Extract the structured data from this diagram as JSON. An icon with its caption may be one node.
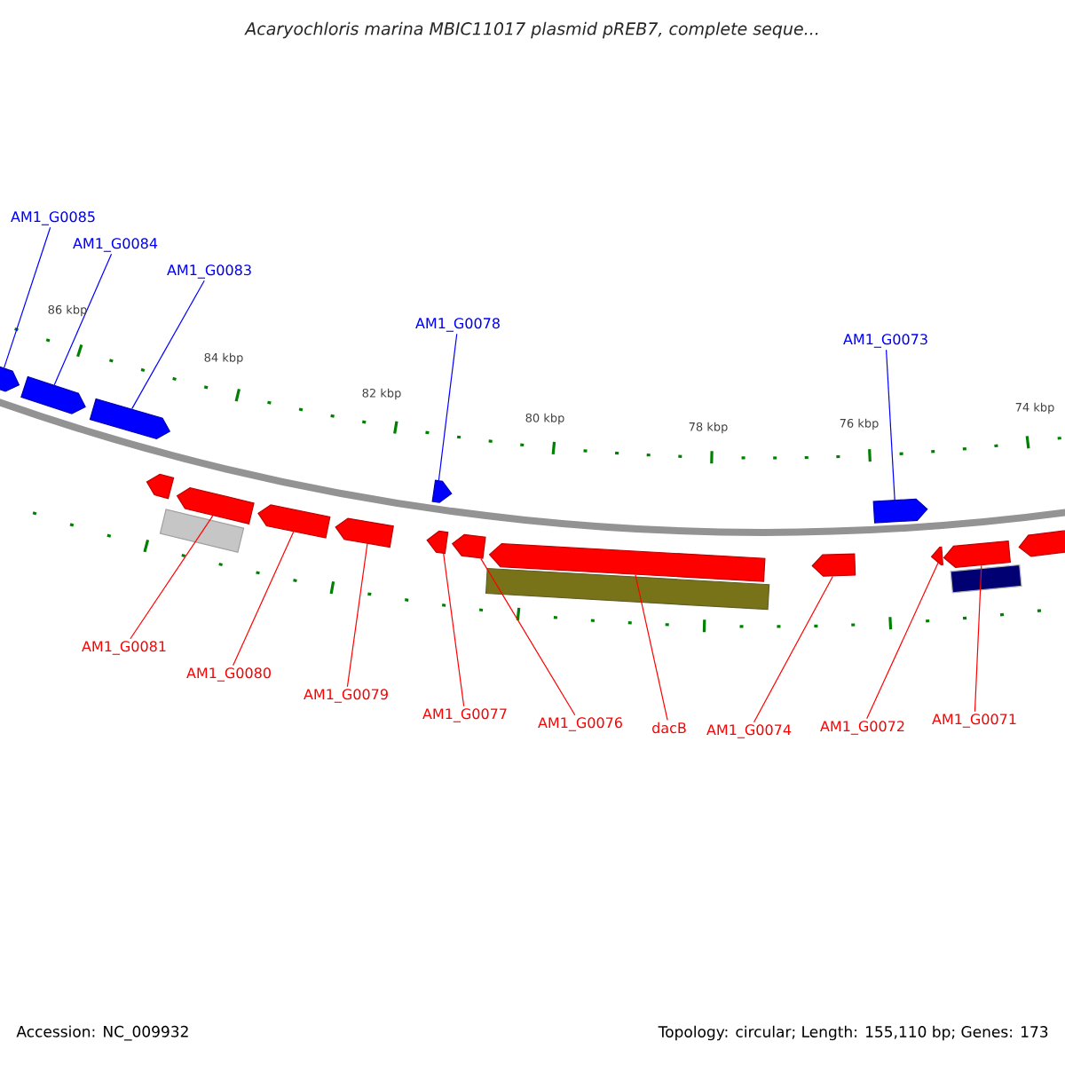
{
  "diagram": {
    "title": "Acaryochloris marina MBIC11017 plasmid pREB7, complete seque...",
    "nodes": [
      {
        "text": [
          "AM1_G0085"
        ]
      },
      {
        "text": [
          "AM1_G0084"
        ]
      },
      {
        "text": [
          "AM1_G0083"
        ]
      },
      {
        "text": [
          "AM1_G0078"
        ]
      },
      {
        "text": [
          "AM1_G0073"
        ]
      },
      {
        "text": [
          "AM1_G0081"
        ]
      },
      {
        "text": [
          "AM1_G0080"
        ]
      },
      {
        "text": [
          "AM1_G0079"
        ]
      },
      {
        "text": [
          "AM1_G0077"
        ]
      },
      {
        "text": [
          "AM1_G0076"
        ]
      },
      {
        "text": [
          "dacB"
        ]
      },
      {
        "text": [
          "AM1_G0074"
        ]
      },
      {
        "text": [
          "AM1_G0072"
        ]
      },
      {
        "text": [
          "AM1_G0071"
        ]
      },
      {
        "text": [],
        "shape": "arrow"
      },
      {
        "text": [],
        "shape": "arrow"
      },
      {
        "text": [],
        "shape": "arrow"
      },
      {
        "text": [],
        "shape": "arrow"
      },
      {
        "text": [],
        "shape": "arrow"
      },
      {
        "text": [],
        "shape": "arrow"
      },
      {
        "text": [],
        "shape": "bar"
      },
      {
        "text": [],
        "shape": "arrow"
      },
      {
        "text": [],
        "shape": "arrow"
      },
      {
        "text": [],
        "shape": "arrow"
      },
      {
        "text": [],
        "shape": "arrow"
      },
      {
        "text": [],
        "shape": "arrow"
      },
      {
        "text": [],
        "shape": "arrow"
      },
      {
        "text": [],
        "shape": "bar"
      },
      {
        "text": [],
        "shape": "arrow"
      },
      {
        "text": [],
        "shape": "arrow"
      },
      {
        "text": [],
        "shape": "arrow"
      },
      {
        "text": [],
        "shape": "bar"
      },
      {
        "text": [],
        "shape": "arrow"
      }
    ],
    "edges": [
      {
        "from": 0,
        "to": 14,
        "arrow": "none",
        "color": "#0000ff"
      },
      {
        "from": 1,
        "to": 15,
        "arrow": "none",
        "color": "#0000ff"
      },
      {
        "from": 2,
        "to": 16,
        "arrow": "none",
        "color": "#0000ff"
      },
      {
        "from": 3,
        "to": 17,
        "arrow": "none",
        "color": "#0000ff"
      },
      {
        "from": 4,
        "to": 18,
        "arrow": "none",
        "color": "#0000ff"
      },
      {
        "from": 5,
        "to": 21,
        "arrow": "none"
      },
      {
        "from": 6,
        "to": 22,
        "arrow": "none"
      },
      {
        "from": 7,
        "to": 23,
        "arrow": "none"
      },
      {
        "from": 8,
        "to": 24,
        "arrow": "none"
      },
      {
        "from": 9,
        "to": 25,
        "arrow": "none"
      },
      {
        "from": 10,
        "to": 26,
        "arrow": "none"
      },
      {
        "from": 11,
        "to": 28,
        "arrow": "none"
      },
      {
        "from": 12,
        "to": 29,
        "arrow": "none"
      },
      {
        "from": 13,
        "to": 30,
        "arrow": "none"
      }
    ],
    "labels": [
      "86 kbp",
      "84 kbp",
      "82 kbp",
      "80 kbp",
      "78 kbp",
      "76 kbp",
      "74 kbp",
      "Accession: NC_009932",
      "Topology: circular; Length: 155,110 bp; Genes: 173"
    ]
  }
}
